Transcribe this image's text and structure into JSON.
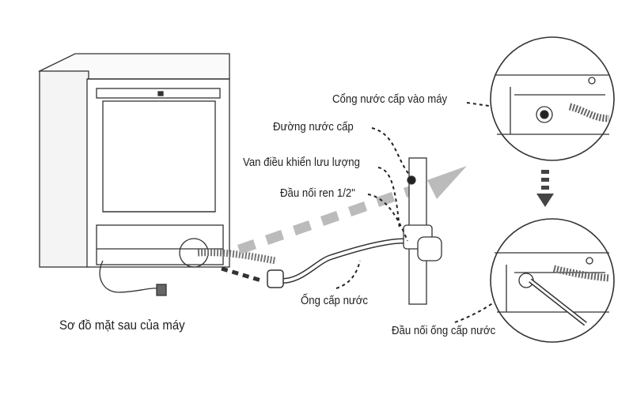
{
  "labels": {
    "inlet_port": "Cổng nước cấp vào máy",
    "supply_line": "Đường nước cấp",
    "flow_valve": "Van điều khiển lưu lượng",
    "thread_connector": "Đầu nối ren 1/2\"",
    "supply_hose": "Ống cấp nước",
    "rear_diagram_caption": "Sơ đồ mặt sau của máy",
    "hose_connector": "Đầu nối ống cấp nước"
  }
}
